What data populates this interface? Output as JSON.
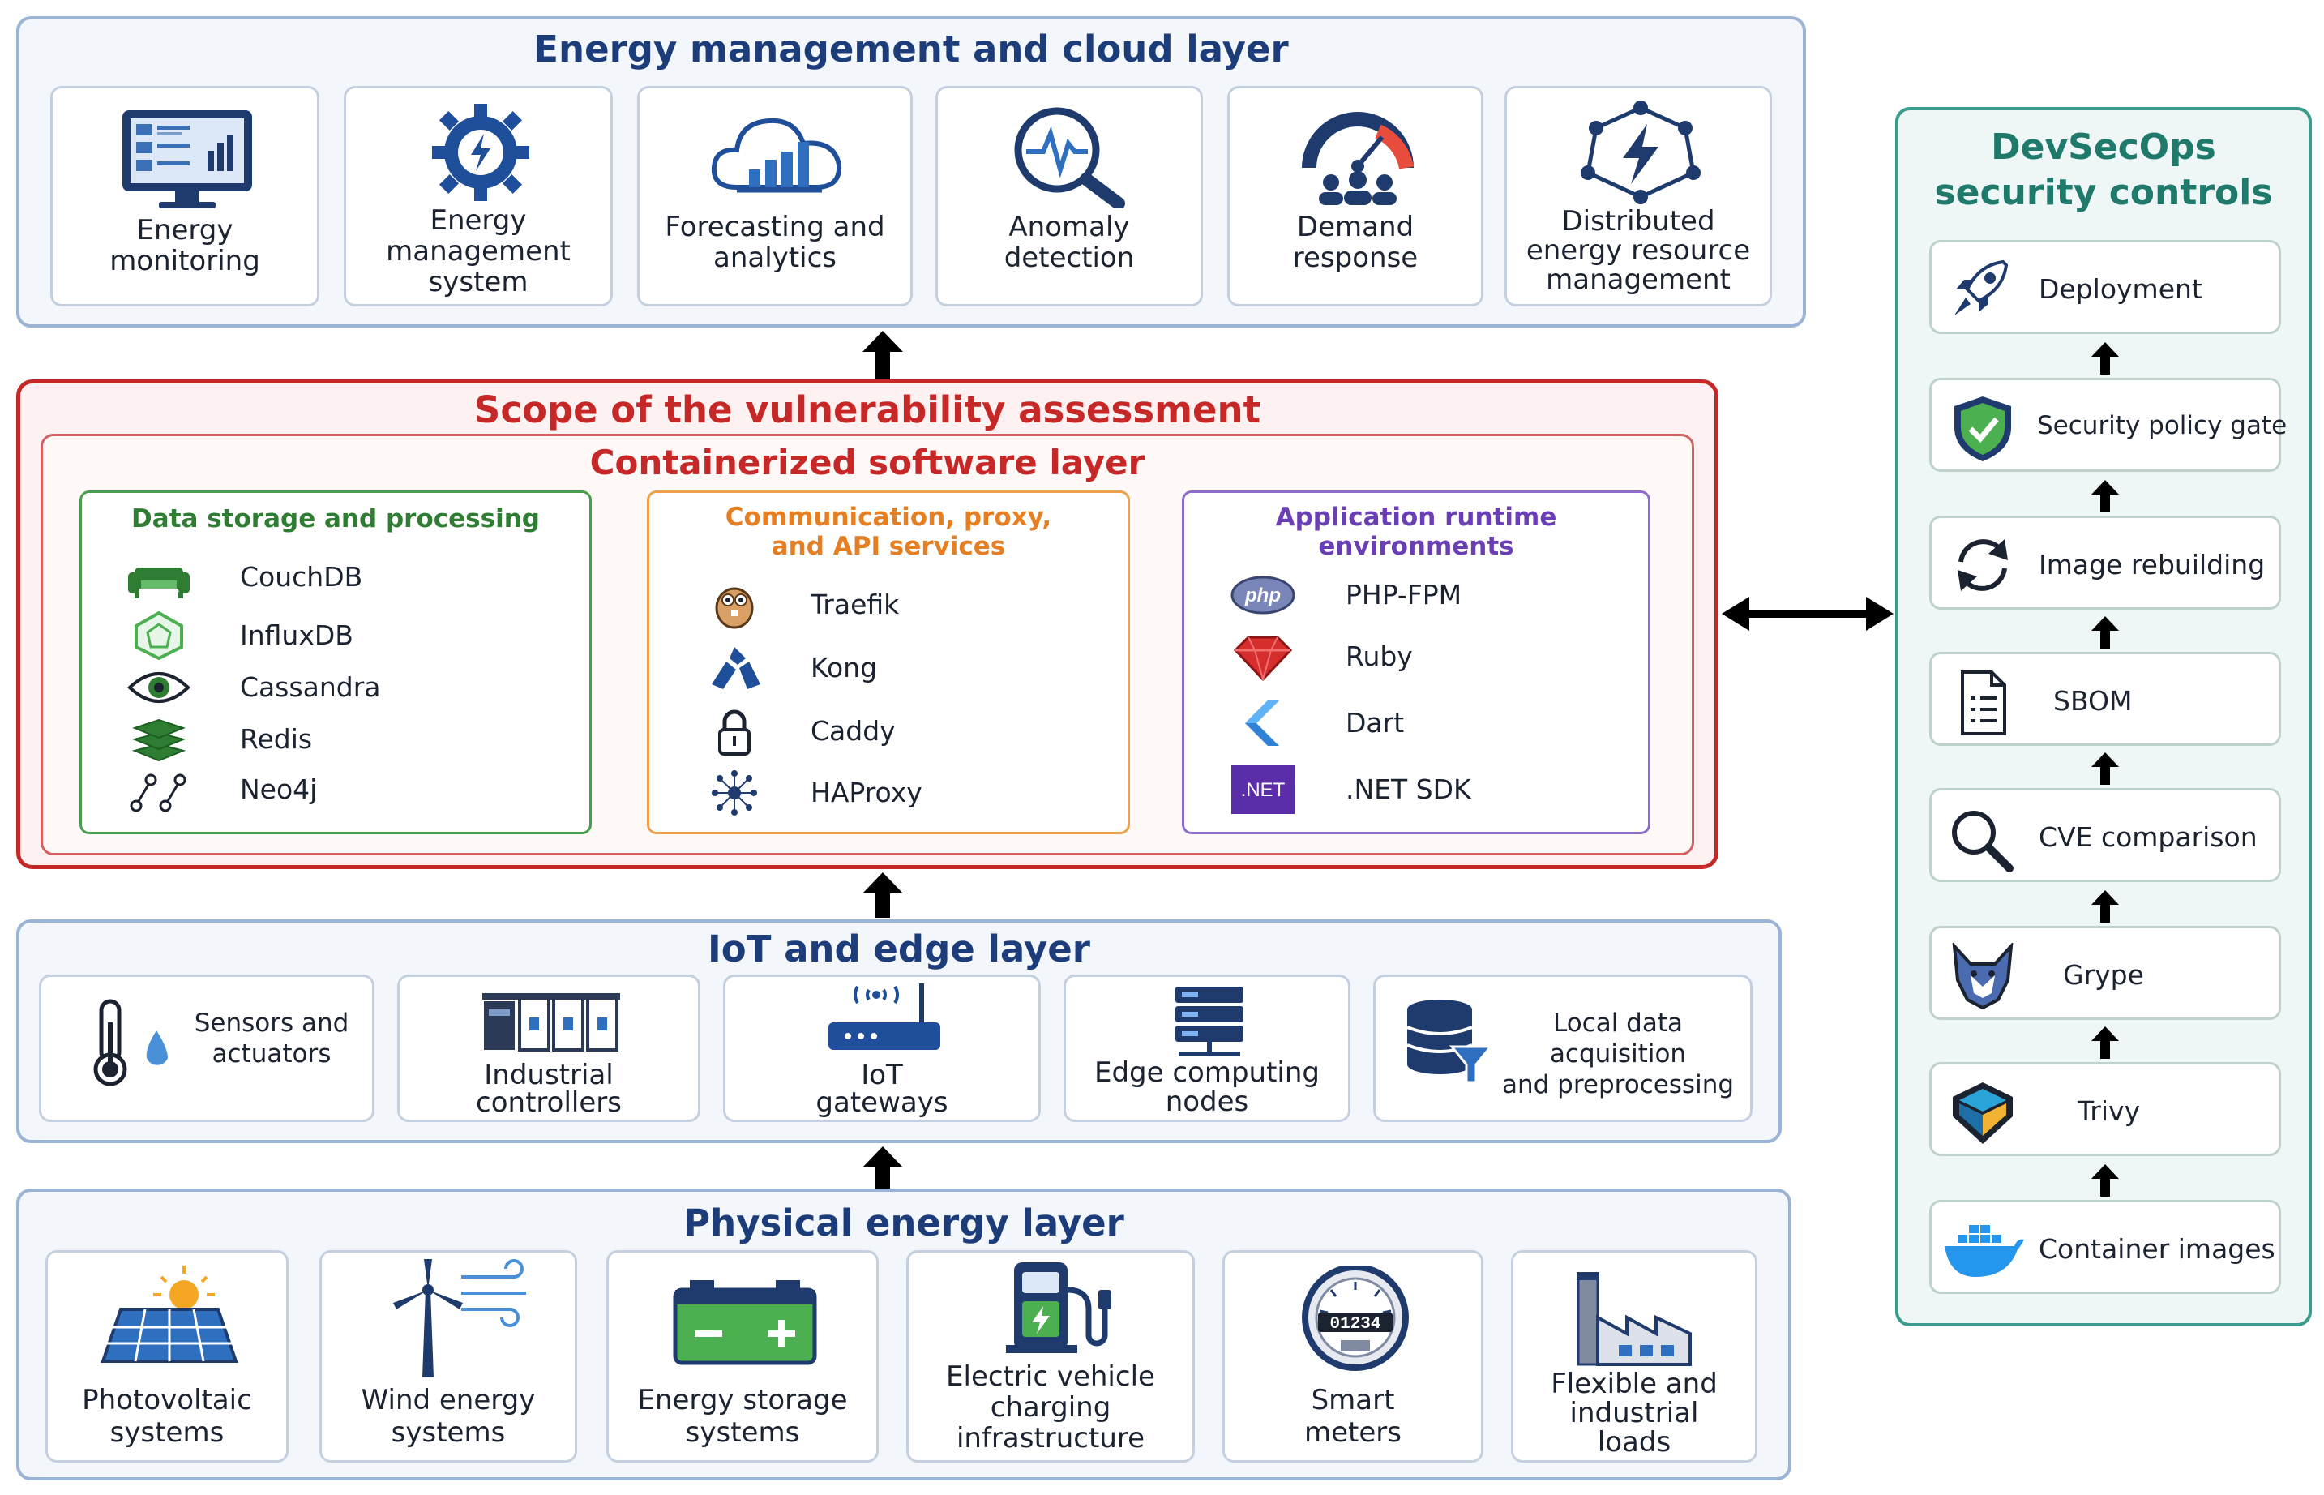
{
  "cloud_layer": {
    "title": "Energy management and cloud layer",
    "cards": [
      {
        "icon": "monitor-dashboard-icon",
        "label": "Energy\nmonitoring"
      },
      {
        "icon": "gear-bolt-icon",
        "label": "Energy\nmanagement\nsystem"
      },
      {
        "icon": "cloud-chart-icon",
        "label": "Forecasting and\nanalytics"
      },
      {
        "icon": "magnifier-pulse-icon",
        "label": "Anomaly\ndetection"
      },
      {
        "icon": "gauge-people-icon",
        "label": "Demand\nresponse"
      },
      {
        "icon": "network-bolt-icon",
        "label": "Distributed\nenergy resource\nmanagement"
      }
    ]
  },
  "scope": {
    "title": "Scope of the vulnerability assessment",
    "container_title": "Containerized software layer",
    "groups": [
      {
        "title": "Data storage and processing",
        "color": "#2e7d32",
        "items": [
          {
            "icon": "couch-icon",
            "name": "CouchDB"
          },
          {
            "icon": "hexagon-icon",
            "name": "InfluxDB"
          },
          {
            "icon": "eye-icon",
            "name": "Cassandra"
          },
          {
            "icon": "layers-icon",
            "name": "Redis"
          },
          {
            "icon": "graph-nodes-icon",
            "name": "Neo4j"
          }
        ]
      },
      {
        "title": "Communication, proxy,\nand API services",
        "color": "#e67e22",
        "items": [
          {
            "icon": "gopher-icon",
            "name": "Traefik"
          },
          {
            "icon": "kong-gorilla-icon",
            "name": "Kong"
          },
          {
            "icon": "padlock-icon",
            "name": "Caddy"
          },
          {
            "icon": "hub-icon",
            "name": "HAProxy"
          }
        ]
      },
      {
        "title": "Application runtime\nenvironments",
        "color": "#6a3fb5",
        "items": [
          {
            "icon": "php-logo-icon",
            "name": "PHP-FPM",
            "badge": "php"
          },
          {
            "icon": "ruby-gem-icon",
            "name": "Ruby"
          },
          {
            "icon": "dart-logo-icon",
            "name": "Dart"
          },
          {
            "icon": "dotnet-logo-icon",
            "name": ".NET SDK",
            "badge": ".NET"
          }
        ]
      }
    ]
  },
  "iot_layer": {
    "title": "IoT and edge layer",
    "cards": [
      {
        "icon": "thermometer-drop-icon",
        "label": "Sensors and\nactuators"
      },
      {
        "icon": "controllers-icon",
        "label": "Industrial\ncontrollers"
      },
      {
        "icon": "router-icon",
        "label": "IoT\ngateways"
      },
      {
        "icon": "server-rack-icon",
        "label": "Edge computing\nnodes"
      },
      {
        "icon": "database-filter-icon",
        "label": "Local data acquisition\nand preprocessing"
      }
    ]
  },
  "physical_layer": {
    "title": "Physical energy layer",
    "cards": [
      {
        "icon": "solar-panel-icon",
        "label": "Photovoltaic\nsystems"
      },
      {
        "icon": "wind-turbine-icon",
        "label": "Wind energy\nsystems"
      },
      {
        "icon": "battery-icon",
        "label": "Energy storage\nsystems"
      },
      {
        "icon": "ev-charger-icon",
        "label": "Electric vehicle\ncharging\ninfrastructure"
      },
      {
        "icon": "smart-meter-icon",
        "label": "Smart\nmeters",
        "meter_reading": "01234"
      },
      {
        "icon": "factory-icon",
        "label": "Flexible and\nindustrial\nloads"
      }
    ]
  },
  "devsecops": {
    "title": "DevSecOps\nsecurity controls",
    "steps": [
      {
        "icon": "rocket-icon",
        "label": "Deployment"
      },
      {
        "icon": "shield-check-icon",
        "label": "Security policy gate"
      },
      {
        "icon": "refresh-icon",
        "label": "Image rebuilding"
      },
      {
        "icon": "document-icon",
        "label": "SBOM"
      },
      {
        "icon": "search-icon",
        "label": "CVE comparison"
      },
      {
        "icon": "grype-icon",
        "label": "Grype"
      },
      {
        "icon": "trivy-icon",
        "label": "Trivy"
      },
      {
        "icon": "docker-whale-icon",
        "label": "Container images"
      }
    ]
  },
  "colors": {
    "layer_border": "#9bb4d6",
    "layer_title": "#1d3d7a",
    "scope_red": "#c62828",
    "devsecops_teal": "#3a9a8c"
  }
}
